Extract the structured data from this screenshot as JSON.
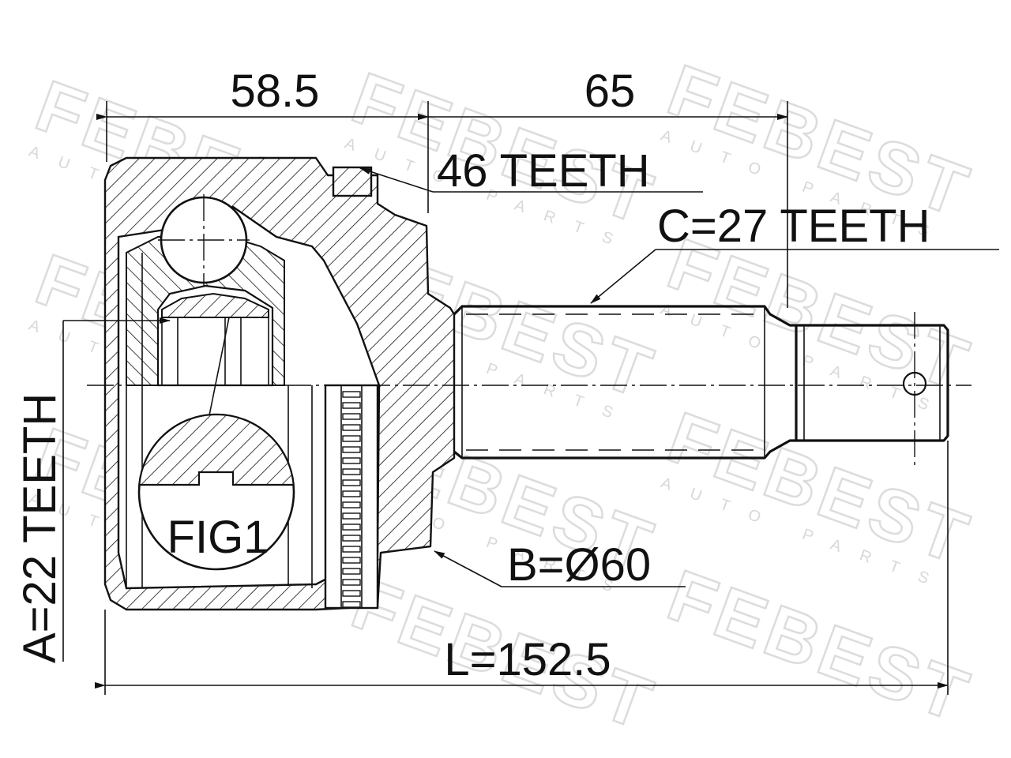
{
  "watermark": {
    "brand": "FEBEST",
    "sub": "AUTO PARTS"
  },
  "dimensions": {
    "length_a": "58.5",
    "length_b": "65",
    "total_length": "L=152.5"
  },
  "labels": {
    "abs_teeth": "46 TEETH",
    "spline_c": "C=27 TEETH",
    "spline_a": "A=22 TEETH",
    "diameter_b": "B=Ø60",
    "detail": "FIG1"
  },
  "colors": {
    "line": "#111111",
    "watermark": "#dcdcdc",
    "background": "#ffffff"
  }
}
